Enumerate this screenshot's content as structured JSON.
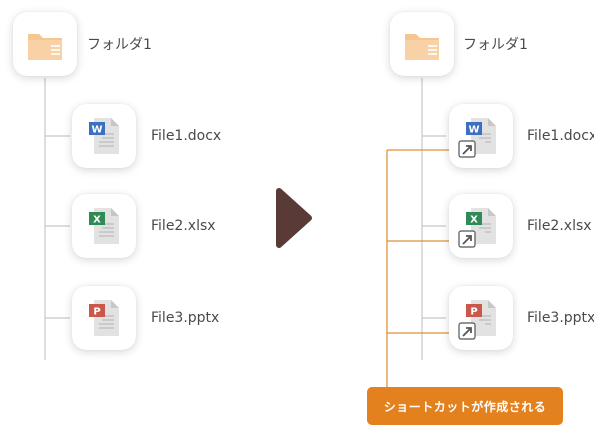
{
  "left_tree": {
    "folder_label": "フォルダ1",
    "files": [
      {
        "label": "File1.docx",
        "badge": "W",
        "icon": "word-document-icon"
      },
      {
        "label": "File2.xlsx",
        "badge": "X",
        "icon": "excel-spreadsheet-icon"
      },
      {
        "label": "File3.pptx",
        "badge": "P",
        "icon": "powerpoint-presentation-icon"
      }
    ]
  },
  "right_tree": {
    "folder_label": "フォルダ1",
    "files": [
      {
        "label": "File1.docx",
        "badge": "W",
        "icon": "word-document-shortcut-icon"
      },
      {
        "label": "File2.xlsx",
        "badge": "X",
        "icon": "excel-spreadsheet-shortcut-icon"
      },
      {
        "label": "File3.pptx",
        "badge": "P",
        "icon": "powerpoint-presentation-shortcut-icon"
      }
    ]
  },
  "callout": {
    "text": "ショートカットが作成される"
  },
  "colors": {
    "folder": "#f6c590",
    "word": "#3c6fc0",
    "excel": "#2f8a55",
    "powerpoint": "#c9584a",
    "arrow": "#5a3a37",
    "connector": "#e0913a",
    "tree_line": "#c8c8c8",
    "callout_bg": "#e3811f"
  }
}
